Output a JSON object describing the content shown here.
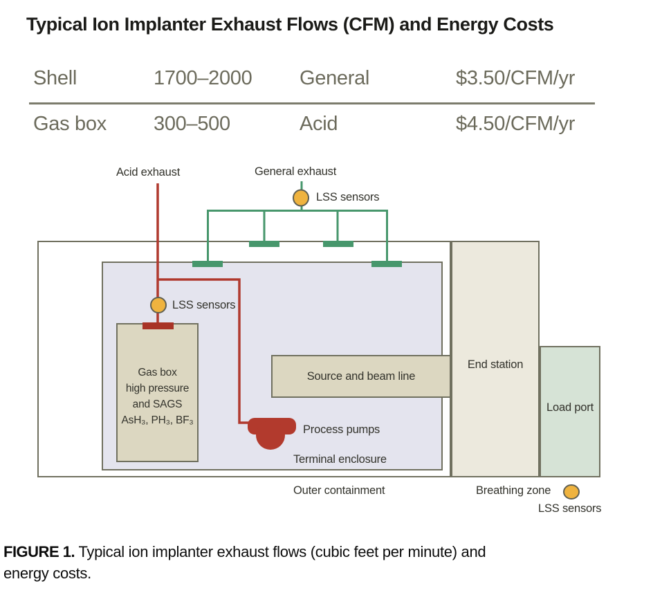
{
  "title": "Typical Ion Implanter Exhaust Flows (CFM) and Energy Costs",
  "table": {
    "rows": [
      {
        "component": "Shell",
        "flow_cfm": "1700–2000",
        "exhaust_type": "General",
        "cost": "$3.50/CFM/yr"
      },
      {
        "component": "Gas box",
        "flow_cfm": "300–500",
        "exhaust_type": "Acid",
        "cost": "$4.50/CFM/yr"
      }
    ]
  },
  "diagram": {
    "labels": {
      "acid_exhaust": "Acid exhaust",
      "general_exhaust": "General exhaust",
      "lss_sensors_top": "LSS sensors",
      "lss_sensors_mid": "LSS sensors",
      "gas_box_lines": [
        "Gas box",
        "high pressure",
        "and SAGS",
        "AsH₃, PH₃, BF₃"
      ],
      "source_beam_line": "Source and beam line",
      "end_station": "End station",
      "load_port": "Load port",
      "process_pumps": "Process pumps",
      "terminal_enclosure": "Terminal enclosure",
      "outer_containment": "Outer containment",
      "breathing_zone": "Breathing zone",
      "lss_sensors_bottom": "LSS sensors"
    },
    "colors": {
      "exhaust_green": "#47976c",
      "exhaust_red": "#b0392e",
      "pad_red": "#a83326",
      "pump_red": "#b23a2d",
      "sensor_yellow": "#efb33f",
      "border_olive": "#70705f",
      "terminal_fill": "#e4e4ee",
      "box_tan": "#dcd7c1",
      "end_station_fill": "#ece9dd",
      "load_port_fill": "#d6e3d6"
    }
  },
  "caption": {
    "prefix": "FIGURE 1.",
    "line1_rest": "Typical ion implanter exhaust flows (cubic feet per minute) and",
    "line2": "energy costs."
  }
}
